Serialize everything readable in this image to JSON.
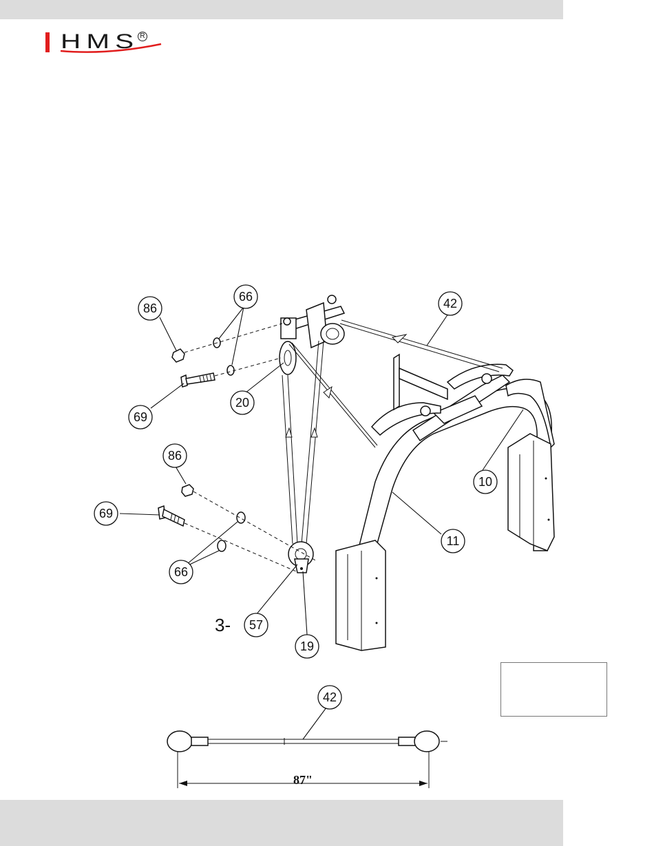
{
  "header": {
    "brand": "HMS",
    "registered_mark": "R"
  },
  "callouts": {
    "c86a": "86",
    "c66a": "66",
    "c42a": "42",
    "c69a": "69",
    "c20": "20",
    "c86b": "86",
    "c69b": "69",
    "c66b": "66",
    "c10": "10",
    "c11": "11",
    "c57": "57",
    "c19": "19",
    "c42b": "42"
  },
  "quantity_prefix": "3-",
  "cable_length": "87\"",
  "colors": {
    "bars": "#dcdcdc",
    "brand_red": "#e11d1d"
  }
}
